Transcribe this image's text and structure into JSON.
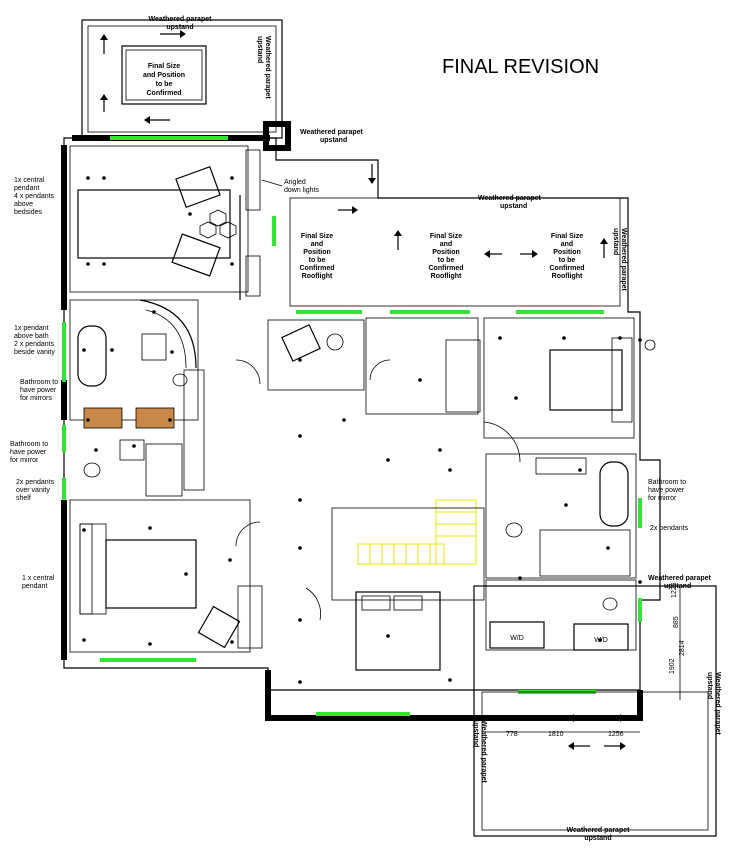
{
  "title": "FINAL REVISION",
  "notes": {
    "bedroom1": "1x central pendant\n4 x pendants above bedsides",
    "bath": "1x pendant above bath\n2 x pendants beside vanity",
    "bath_power1": "Bathroom to have power for mirrors",
    "bath_power2": "Bathroom to have power for mirror",
    "vanity": "2x pendants over vanity shelf",
    "bedroom2": "1 x central pendant",
    "angled": "Angled down lights",
    "bath_right": "Bathroom to have power for mirror",
    "pendants_right": "2x pendants"
  },
  "parapets": {
    "top": "Weathered parapet upstand",
    "mid": "Weathered parapet upstand",
    "right_top": "Weathered parapet upstand",
    "side1": "Weathered parapet upstand",
    "side2": "Weathered parapet upstand",
    "lower_right": "Weathered parapet upstand",
    "lower_side": "Weathered parapet upstand",
    "lower_side2": "Weathered parapet upstand",
    "bottom": "Weathered parapet upstand"
  },
  "rooflights": {
    "top_box": "Final Size and Position to be Confirmed",
    "r1": "Final Size and Position to be Confirmed Rooflight",
    "r2": "Final Size and Position to be Confirmed Rooflight",
    "r3": "Final Size and Position to be Confirmed Rooflight"
  },
  "appliances": {
    "wd1": "W/D",
    "wd2": "W/D"
  },
  "dimensions": {
    "d1": "778",
    "d2": "1810",
    "d3": "1256",
    "v1": "1902",
    "v2": "2814",
    "v3": "885",
    "v4": "1225"
  },
  "colors": {
    "window": "#33e633",
    "stair": "#e8e800",
    "furniture": "#c8884a"
  }
}
